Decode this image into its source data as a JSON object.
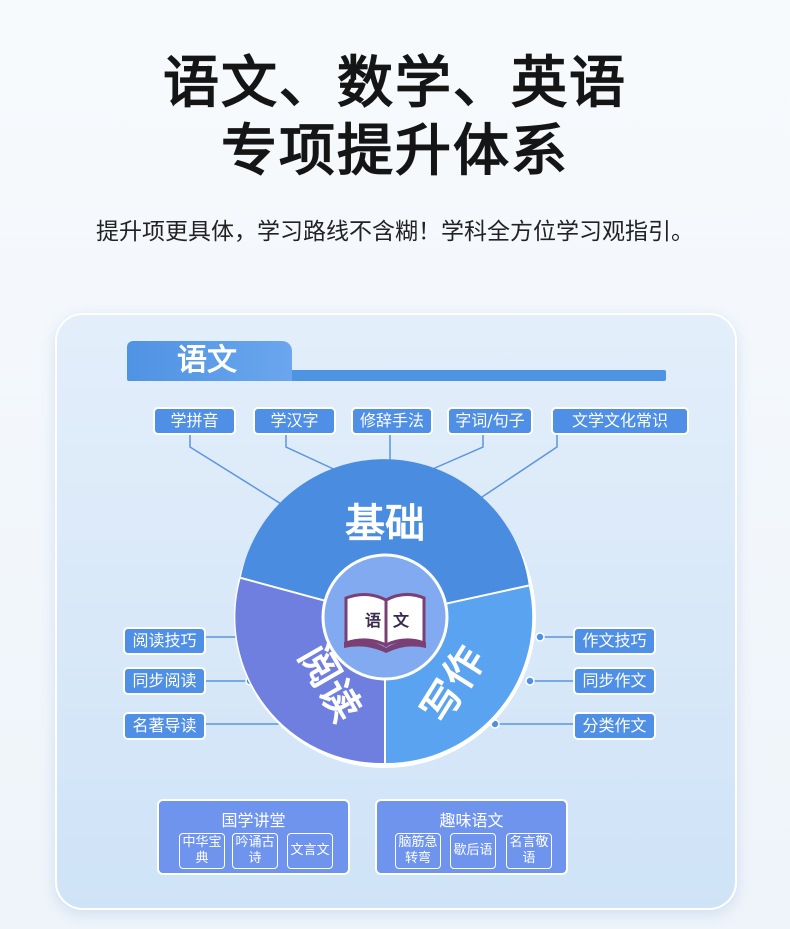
{
  "header": {
    "title_line1": "语文、数学、英语",
    "title_line2": "专项提升体系",
    "subtitle": "提升项更具体，学习路线不含糊！学科全方位学习观指引。"
  },
  "section": {
    "label": "语文"
  },
  "top_tags": [
    "学拼音",
    "学汉字",
    "修辞手法",
    "字词/句子",
    "文学文化常识"
  ],
  "left_tags": [
    "阅读技巧",
    "同步阅读",
    "名著导读"
  ],
  "right_tags": [
    "作文技巧",
    "同步作文",
    "分类作文"
  ],
  "wheel": {
    "top": "基础",
    "left": "阅读",
    "right": "写作",
    "center_left": "语",
    "center_right": "文",
    "colors": {
      "top": "#4a8de0",
      "left": "#6f7fe0",
      "right": "#5aa3f0",
      "center": "#82aaf0"
    }
  },
  "boxes": [
    {
      "title": "国学讲堂",
      "items": [
        "中华宝典",
        "吟诵古诗",
        "文言文"
      ]
    },
    {
      "title": "趣味语文",
      "items": [
        "脑筋急转弯",
        "歇后语",
        "名言敬语"
      ]
    }
  ]
}
